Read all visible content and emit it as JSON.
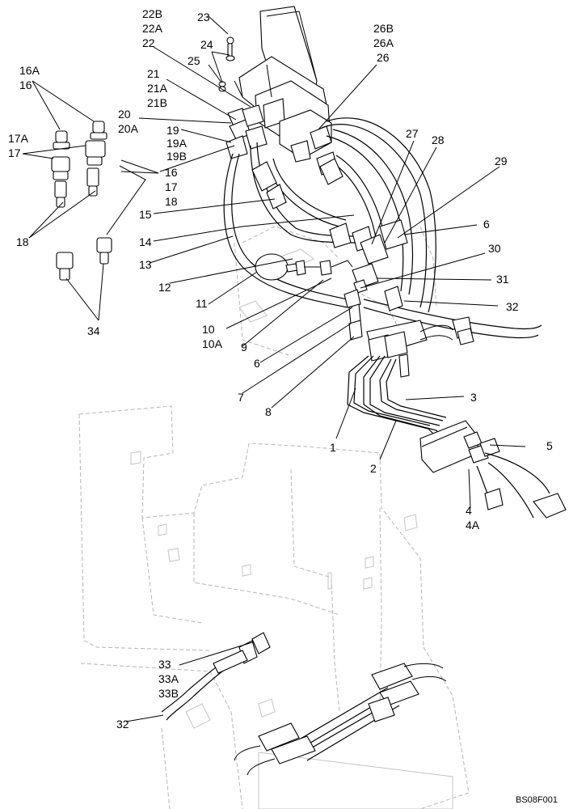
{
  "labels": [
    {
      "id": "22B",
      "text": "22B"
    },
    {
      "id": "22A",
      "text": "22A"
    },
    {
      "id": "22",
      "text": "22"
    },
    {
      "id": "23",
      "text": "23"
    },
    {
      "id": "24",
      "text": "24"
    },
    {
      "id": "25",
      "text": "25"
    },
    {
      "id": "26B",
      "text": "26B"
    },
    {
      "id": "26A",
      "text": "26A"
    },
    {
      "id": "26",
      "text": "26"
    },
    {
      "id": "16A",
      "text": "16A"
    },
    {
      "id": "16-top",
      "text": "16"
    },
    {
      "id": "21",
      "text": "21"
    },
    {
      "id": "21A",
      "text": "21A"
    },
    {
      "id": "21B",
      "text": "21B"
    },
    {
      "id": "20",
      "text": "20"
    },
    {
      "id": "20A",
      "text": "20A"
    },
    {
      "id": "19",
      "text": "19"
    },
    {
      "id": "19A",
      "text": "19A"
    },
    {
      "id": "19B",
      "text": "19B"
    },
    {
      "id": "17A",
      "text": "17A"
    },
    {
      "id": "17-left",
      "text": "17"
    },
    {
      "id": "16-mid",
      "text": "16"
    },
    {
      "id": "17-mid",
      "text": "17"
    },
    {
      "id": "18-mid",
      "text": "18"
    },
    {
      "id": "27",
      "text": "27"
    },
    {
      "id": "28",
      "text": "28"
    },
    {
      "id": "29",
      "text": "29"
    },
    {
      "id": "15",
      "text": "15"
    },
    {
      "id": "14",
      "text": "14"
    },
    {
      "id": "13",
      "text": "13"
    },
    {
      "id": "6-right",
      "text": "6"
    },
    {
      "id": "18-left",
      "text": "18"
    },
    {
      "id": "30",
      "text": "30"
    },
    {
      "id": "12",
      "text": "12"
    },
    {
      "id": "31",
      "text": "31"
    },
    {
      "id": "11",
      "text": "11"
    },
    {
      "id": "32-right",
      "text": "32"
    },
    {
      "id": "10",
      "text": "10"
    },
    {
      "id": "10A",
      "text": "10A"
    },
    {
      "id": "34",
      "text": "34"
    },
    {
      "id": "9",
      "text": "9"
    },
    {
      "id": "6-left",
      "text": "6"
    },
    {
      "id": "7",
      "text": "7"
    },
    {
      "id": "3",
      "text": "3"
    },
    {
      "id": "8",
      "text": "8"
    },
    {
      "id": "5",
      "text": "5"
    },
    {
      "id": "1",
      "text": "1"
    },
    {
      "id": "2",
      "text": "2"
    },
    {
      "id": "4",
      "text": "4"
    },
    {
      "id": "4A",
      "text": "4A"
    },
    {
      "id": "33",
      "text": "33"
    },
    {
      "id": "33A",
      "text": "33A"
    },
    {
      "id": "33B",
      "text": "33B"
    },
    {
      "id": "32-bottom",
      "text": "32"
    }
  ],
  "figure_code": "BS08F001"
}
